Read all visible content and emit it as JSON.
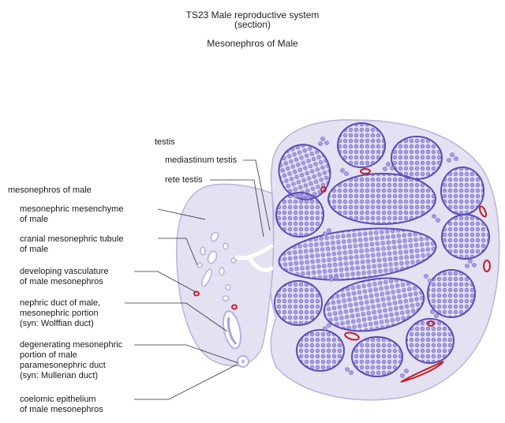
{
  "header": {
    "title_line1": "TS23 Male reproductive system",
    "title_line2": "(section)",
    "subtitle": "Mesonephros of Male"
  },
  "labels": {
    "testis": "testis",
    "mediastinum": "mediastinum testis",
    "rete": "rete testis",
    "mesonephros": "mesonephros of male",
    "mesenchyme_1": "mesonephric mesenchyme",
    "mesenchyme_2": "of male",
    "tubule_1": "cranial mesonephric tubule",
    "tubule_2": "of male",
    "vasculature_1": "developing vasculature",
    "vasculature_2": "of male mesonephros",
    "nephric_1": "nephric duct of male,",
    "nephric_2": "mesonephric portion",
    "nephric_3": "(syn: Wolffian duct)",
    "degen_1": "degenerating mesonephric",
    "degen_2": "portion of male",
    "degen_3": "paramesonephric duct",
    "degen_4": "(syn: Mullerian duct)",
    "coelomic_1": "coelomic epithelium",
    "coelomic_2": "of male mesonephros"
  },
  "colors": {
    "tissue_fill": "#e4e1f2",
    "tissue_stroke": "#b9b3d9",
    "cord_fill": "#8a7fd6",
    "cord_stroke": "#5a4cb3",
    "vessel": "#c0202a",
    "leader": "#333333"
  }
}
